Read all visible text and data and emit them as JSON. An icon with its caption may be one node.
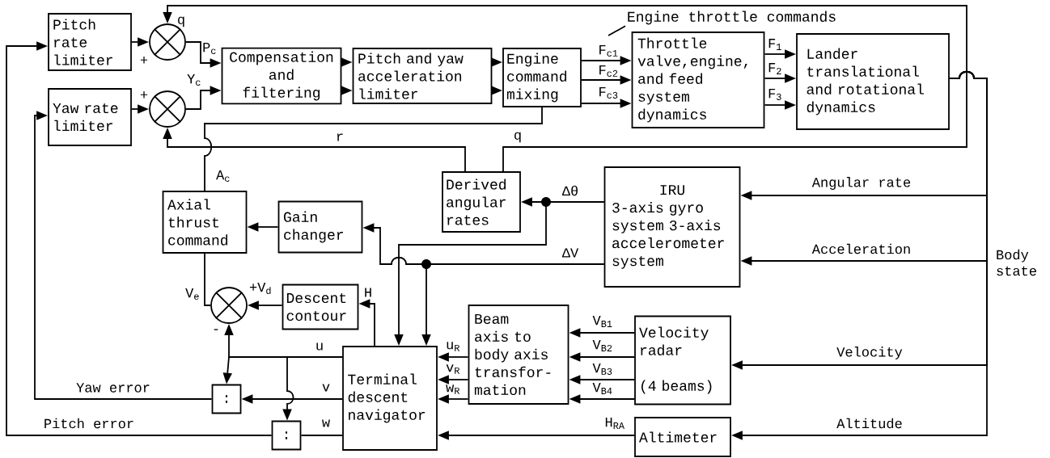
{
  "diagram": {
    "nodes": [
      {
        "text": [
          "Pitch rate limiter"
        ]
      },
      {
        "text": [
          "Yaw rate limiter"
        ]
      },
      {
        "text": [],
        "shape": "circle"
      },
      {
        "text": [],
        "shape": "circle"
      },
      {
        "text": [
          "Compensation and filtering"
        ]
      },
      {
        "text": [
          "Pitch and yaw acceleration limiter"
        ]
      },
      {
        "text": [
          "Engine command mixing"
        ]
      },
      {
        "text": [
          "Throttle valve,engine, and feed system dynamics"
        ]
      },
      {
        "text": [
          "Lander translational and rotational dynamics"
        ]
      },
      {
        "text": [
          "Derived angular rates"
        ]
      },
      {
        "text": [
          "IRU",
          "3-axis gyro system 3-axis accelerometer system"
        ]
      },
      {
        "text": [
          "Axial thrust command"
        ]
      },
      {
        "text": [
          "Gain changer"
        ]
      },
      {
        "text": [],
        "shape": "circle"
      },
      {
        "text": [
          "Descent contour"
        ]
      },
      {
        "text": [
          "Terminal descent navigator"
        ]
      },
      {
        "text": [
          "Beam axis to body axis transfor-mation"
        ]
      },
      {
        "text": [
          "Velocity radar",
          "(4 beams)"
        ]
      },
      {
        "text": [
          "Altimeter"
        ]
      },
      {
        "text": [
          ":"
        ]
      },
      {
        "text": [
          ":"
        ]
      },
      {
        "text": [
          "Engine throttle commands"
        ]
      }
    ],
    "edges": [
      {
        "from": 0,
        "to": 2,
        "arrow": "to"
      },
      {
        "from": 1,
        "to": 3,
        "arrow": "to"
      },
      {
        "from": 2,
        "to": 4,
        "arrow": "to",
        "label": "P$_{c}$"
      },
      {
        "from": 3,
        "to": 4,
        "arrow": "to",
        "label": "Y$_{c}$"
      },
      {
        "from": 4,
        "to": 5,
        "arrow": "to"
      },
      {
        "from": 4,
        "to": 5,
        "arrow": "to"
      },
      {
        "from": 5,
        "to": 6,
        "arrow": "to"
      },
      {
        "from": 5,
        "to": 6,
        "arrow": "to"
      },
      {
        "from": 6,
        "to": 7,
        "arrow": "to",
        "label": "F$_{c1}$"
      },
      {
        "from": 6,
        "to": 7,
        "arrow": "to",
        "label": "F$_{c2}$"
      },
      {
        "from": 6,
        "to": 7,
        "arrow": "to",
        "label": "F$_{c3}$"
      },
      {
        "from": 7,
        "to": 8,
        "arrow": "to",
        "label": "F$_{1}$"
      },
      {
        "from": 7,
        "to": 8,
        "arrow": "to",
        "label": "F$_{2}$"
      },
      {
        "from": 7,
        "to": 8,
        "arrow": "to",
        "label": "F$_{3}$"
      },
      {
        "from": 9,
        "to": 2,
        "arrow": "to",
        "label": "q"
      },
      {
        "from": 9,
        "to": 3,
        "arrow": "to",
        "label": "r"
      },
      {
        "from": 11,
        "to": 6,
        "arrow": "none",
        "label": "A$_{c}$"
      },
      {
        "from": 10,
        "to": 9,
        "arrow": "to",
        "label": "Δθ"
      },
      {
        "from": 10,
        "to": 15,
        "arrow": "to"
      },
      {
        "from": 10,
        "to": 12,
        "arrow": "to",
        "label": "ΔV"
      },
      {
        "from": 10,
        "to": 15,
        "arrow": "to"
      },
      {
        "from": 12,
        "to": 11,
        "arrow": "to"
      },
      {
        "from": 13,
        "to": 11,
        "arrow": "none",
        "label": "V$_{e}$"
      },
      {
        "from": 14,
        "to": 13,
        "arrow": "to",
        "label": "+V$_{d}$"
      },
      {
        "from": 15,
        "to": 14,
        "arrow": "to",
        "label": "H"
      },
      {
        "from": 15,
        "to": 13,
        "arrow": "to",
        "label": "u"
      },
      {
        "from": 15,
        "to": 19,
        "arrow": "to"
      },
      {
        "from": 15,
        "to": 20,
        "arrow": "to"
      },
      {
        "from": 15,
        "to": 19,
        "arrow": "to",
        "label": "v"
      },
      {
        "from": 15,
        "to": 20,
        "arrow": "none",
        "label": "w"
      },
      {
        "from": 19,
        "to": 1,
        "arrow": "to",
        "label": "Yaw error"
      },
      {
        "from": 20,
        "to": 0,
        "arrow": "to",
        "label": "Pitch error"
      },
      {
        "from": 16,
        "to": 15,
        "arrow": "to",
        "label": "u$_{R}$"
      },
      {
        "from": 16,
        "to": 15,
        "arrow": "to",
        "label": "v$_{R}$"
      },
      {
        "from": 16,
        "to": 15,
        "arrow": "to",
        "label": "w$_{R}$"
      },
      {
        "from": 17,
        "to": 16,
        "arrow": "to",
        "label": "V$_{B1}$"
      },
      {
        "from": 17,
        "to": 16,
        "arrow": "to",
        "label": "V$_{B2}$"
      },
      {
        "from": 17,
        "to": 16,
        "arrow": "to",
        "label": "V$_{B3}$"
      },
      {
        "from": 17,
        "to": 16,
        "arrow": "to",
        "label": "V$_{B4}$"
      },
      {
        "from": 18,
        "to": 15,
        "arrow": "to",
        "label": "H$_{RA}$"
      },
      {
        "from": 8,
        "to": 10,
        "arrow": "to",
        "label": "Angular rate"
      },
      {
        "from": 8,
        "to": 10,
        "arrow": "to",
        "label": "Acceleration"
      },
      {
        "from": 8,
        "to": 17,
        "arrow": "to",
        "label": "Velocity"
      },
      {
        "from": 8,
        "to": 18,
        "arrow": "to",
        "label": "Altitude"
      },
      {
        "from": 21,
        "to": null,
        "arrow": "none"
      }
    ],
    "labels": [
      "q",
      "+",
      "+",
      "Body state",
      "-"
    ]
  }
}
